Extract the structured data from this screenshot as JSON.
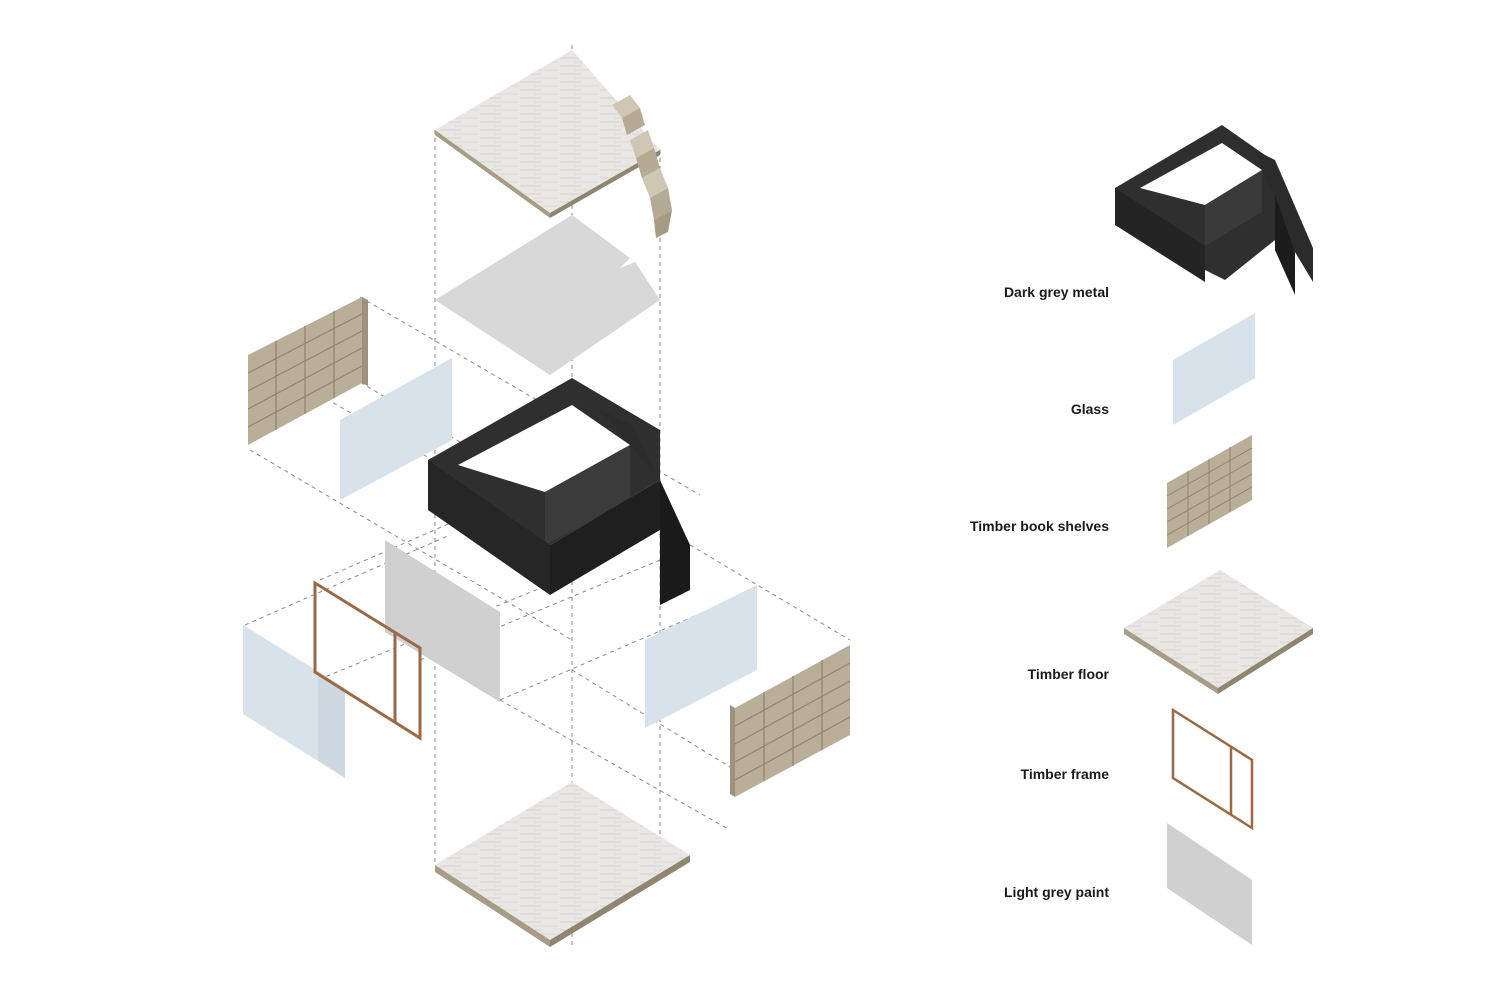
{
  "legend": {
    "items": [
      {
        "label": "Dark grey metal",
        "icon": "dark-grey-metal-icon",
        "color": "#2e2e2e"
      },
      {
        "label": "Glass",
        "icon": "glass-icon",
        "color": "#d8e2ea"
      },
      {
        "label": "Timber book shelves",
        "icon": "timber-book-shelves-icon",
        "color": "#b6ab94"
      },
      {
        "label": "Timber floor",
        "icon": "timber-floor-icon",
        "color": "#e6e4df"
      },
      {
        "label": "Timber frame",
        "icon": "timber-frame-icon",
        "color": "#9a6a45"
      },
      {
        "label": "Light grey paint",
        "icon": "light-grey-paint-icon",
        "color": "#d4d4d4"
      }
    ]
  },
  "colors": {
    "metal_dark": "#2b2b2b",
    "metal_mid": "#3d3d3d",
    "glass": "#d8e2ea",
    "paint": "#d4d4d4",
    "floor_top": "#e8e6e2",
    "floor_edge": "#a79d86",
    "shelf": "#b6ab94",
    "frame": "#9a6a45"
  }
}
